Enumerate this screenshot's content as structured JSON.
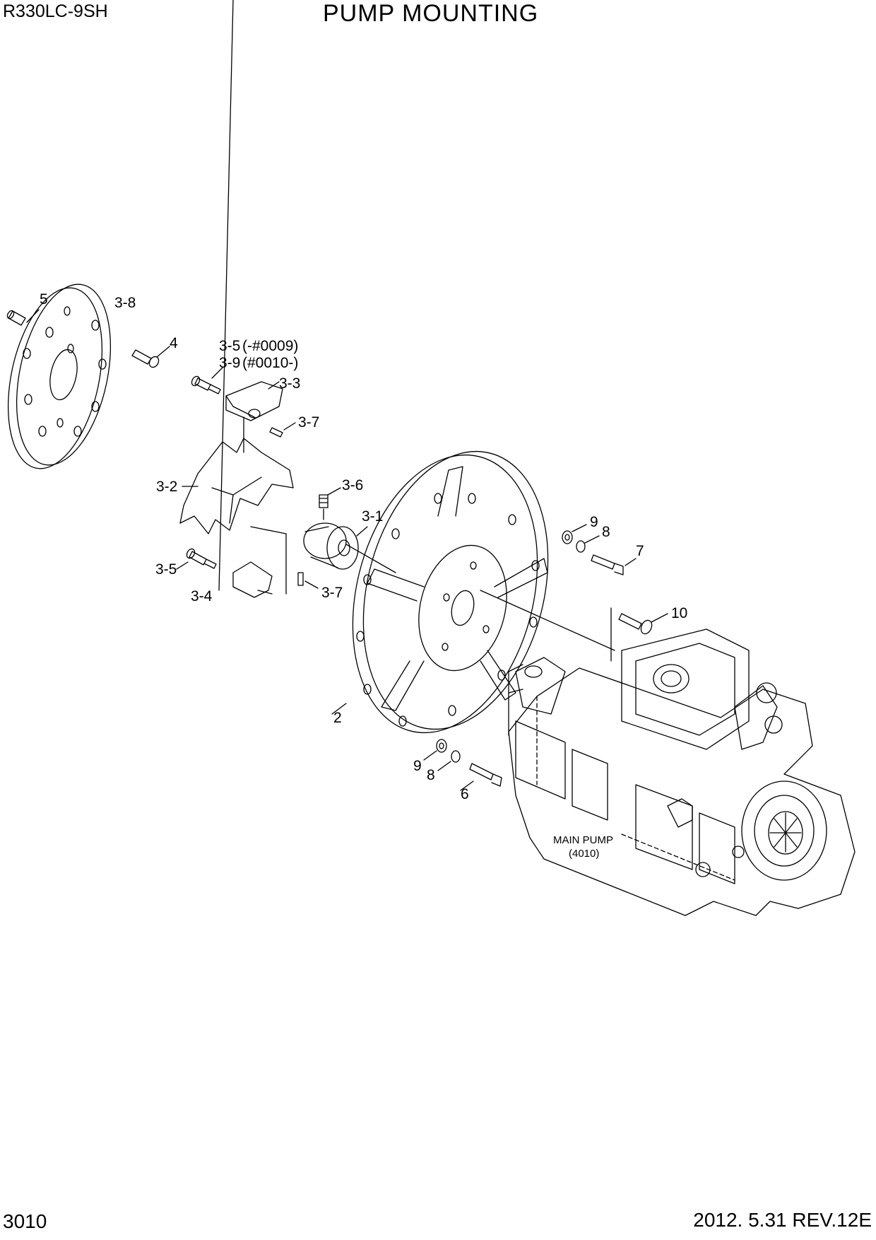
{
  "header": {
    "model": "R330LC-9SH",
    "title": "PUMP MOUNTING"
  },
  "footer": {
    "page_number": "3010",
    "date_revision": "2012. 5.31  REV.12E"
  },
  "callouts": {
    "c5": "5",
    "c3_8": "3-8",
    "c4": "4",
    "c3_5_a": "3-5",
    "c3_5_a_note": "(-#0009)",
    "c3_9": "3-9",
    "c3_9_note": "(#0010-)",
    "c3_3": "3-3",
    "c3_7_top": "3-7",
    "c3_2": "3-2",
    "c3_6": "3-6",
    "c3_1": "3-1",
    "c3_5_b": "3-5",
    "c3_7_bottom": "3-7",
    "c3_4": "3-4",
    "c9_top": "9",
    "c8_top": "8",
    "c7": "7",
    "c10": "10",
    "c2": "2",
    "c9_bottom": "9",
    "c8_bottom": "8",
    "c6": "6"
  },
  "main_pump": {
    "label": "MAIN PUMP",
    "ref": "(4010)"
  }
}
